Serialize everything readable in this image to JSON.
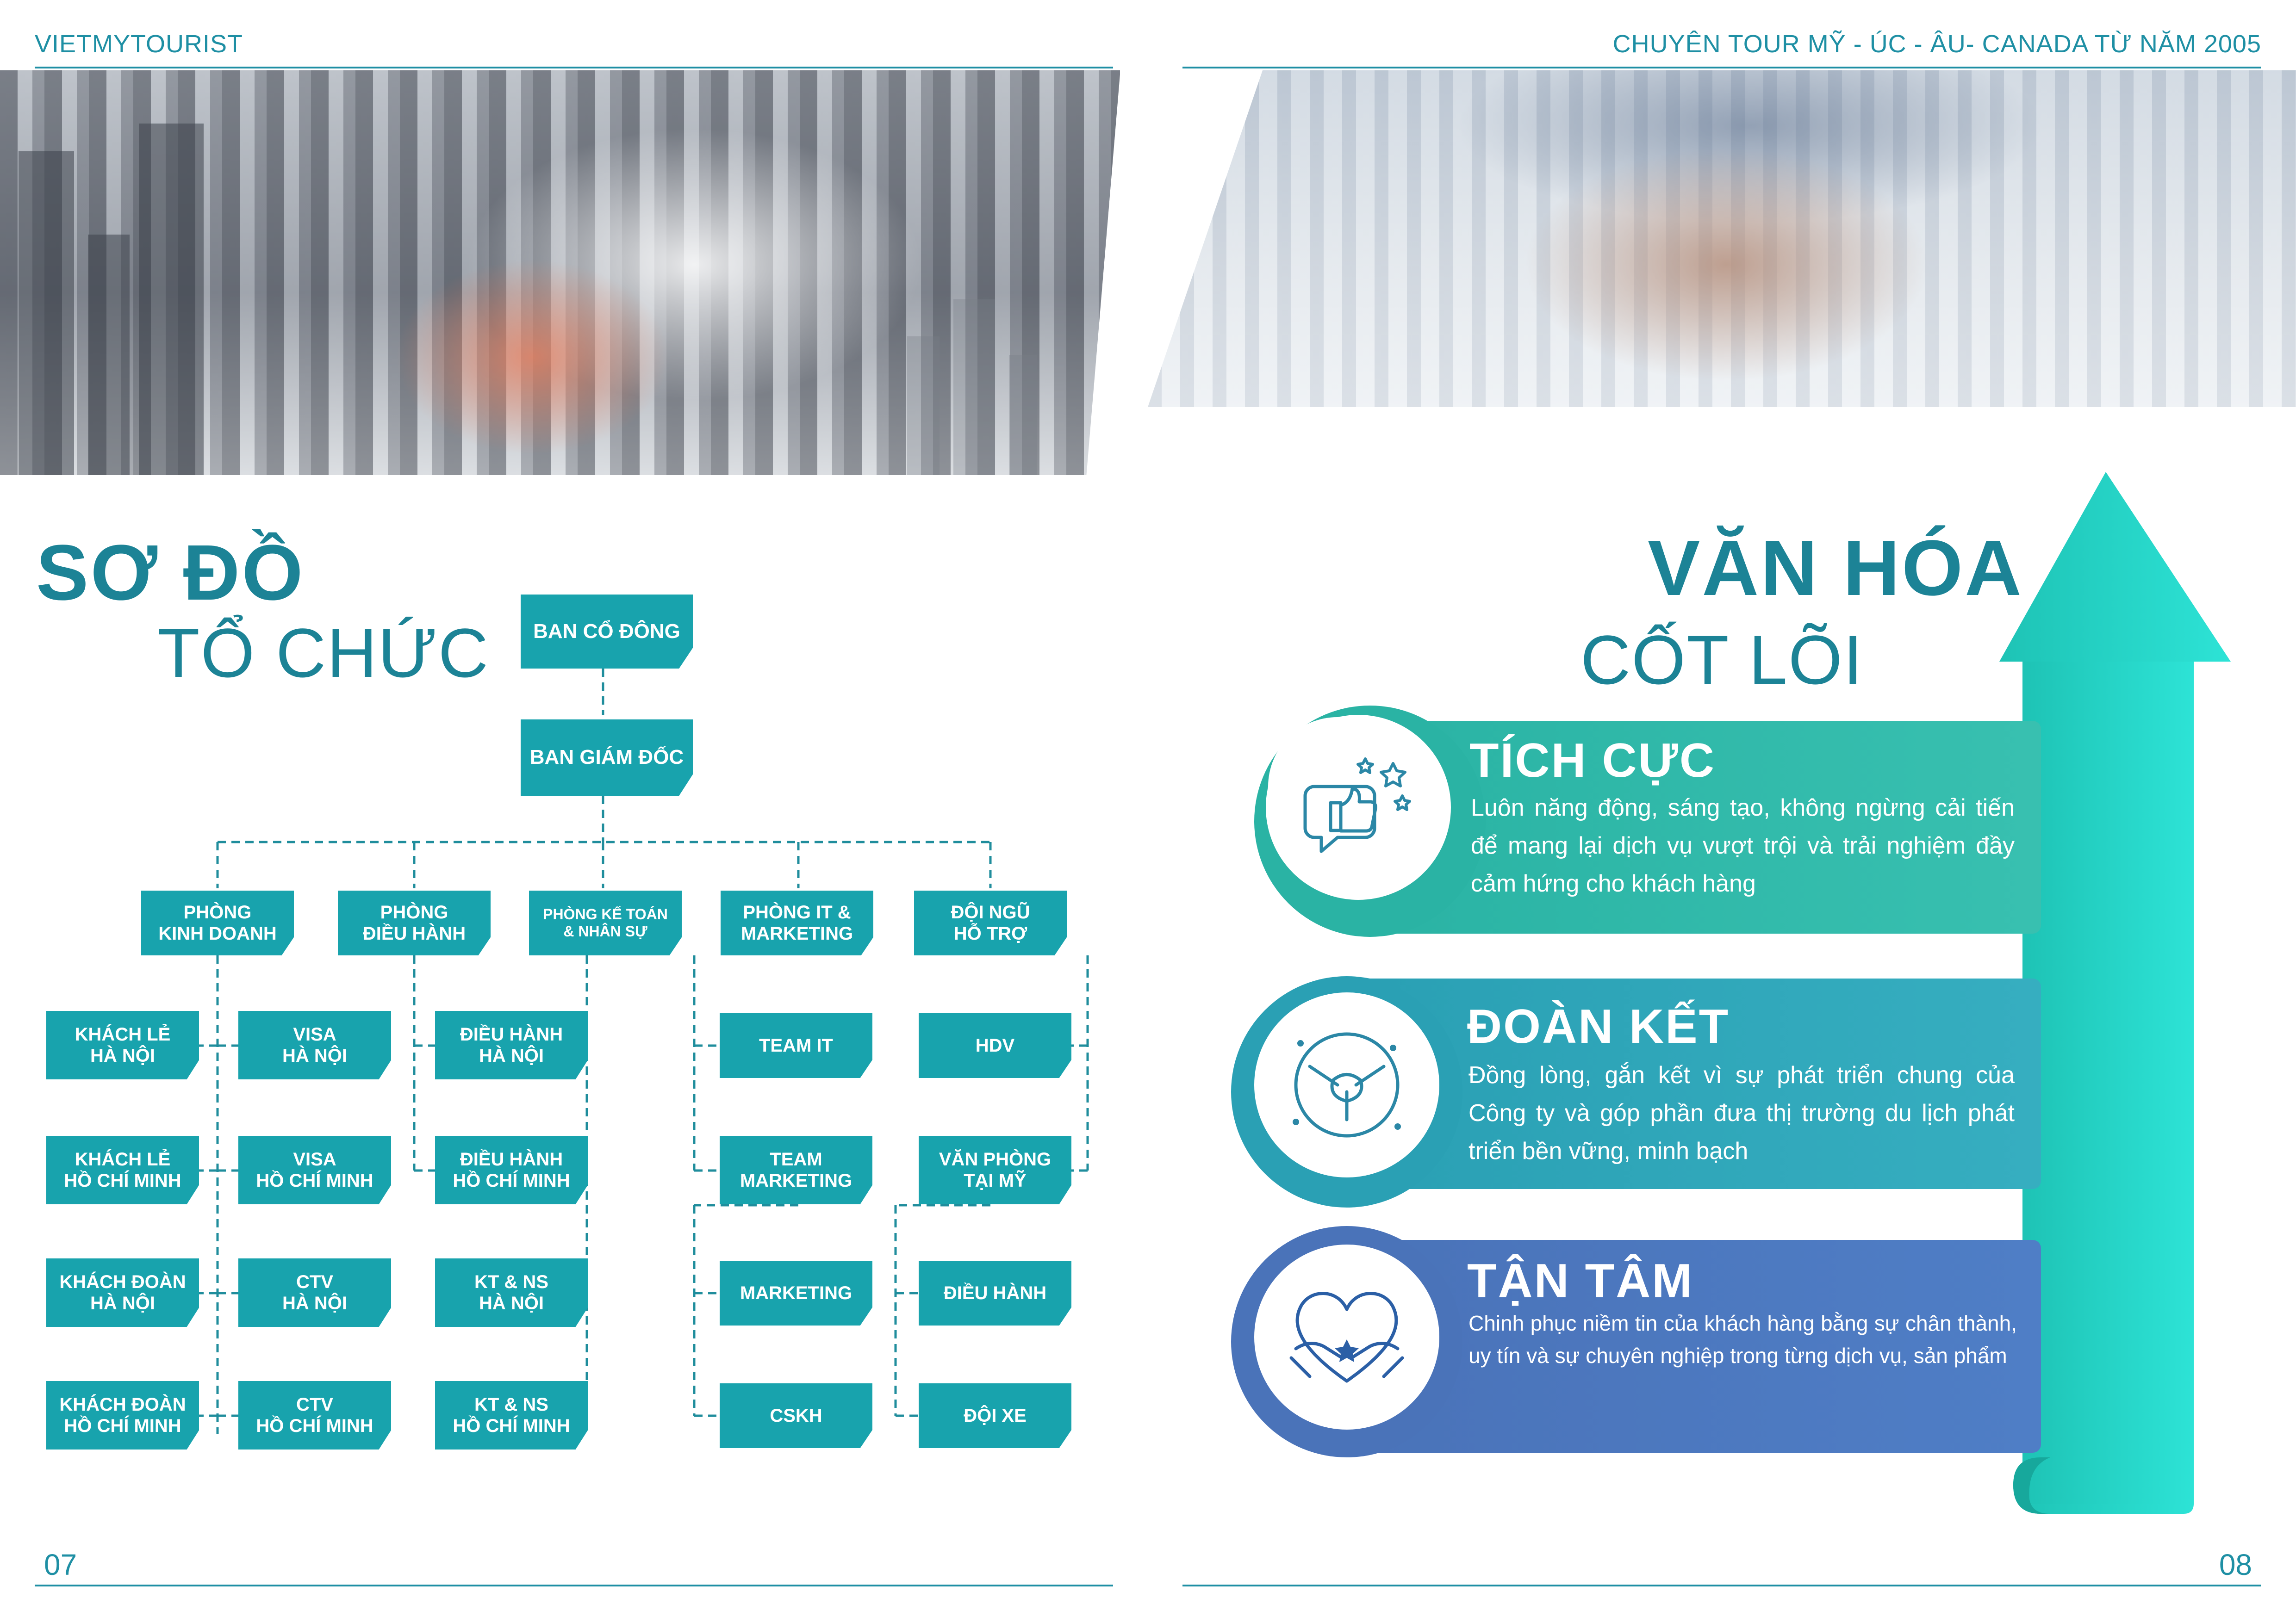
{
  "header": {
    "brand": "VIETMYTOURIST",
    "tagline": "CHUYÊN TOUR MỸ - ÚC - ÂU- CANADA TỪ NĂM 2005"
  },
  "left_page": {
    "title_bold": "SƠ ĐỒ",
    "title_light": "TỔ CHỨC",
    "page_number": "07"
  },
  "right_page": {
    "title_bold": "VĂN HÓA",
    "title_light": "CỐT LÕI",
    "page_number": "08"
  },
  "org": {
    "shareholders": "BAN CỔ ĐÔNG",
    "board": "BAN GIÁM ĐỐC",
    "departments": [
      {
        "line1": "PHÒNG",
        "line2": "KINH DOANH"
      },
      {
        "line1": "PHÒNG",
        "line2": "ĐIỀU HÀNH"
      },
      {
        "line1": "PHÒNG KẾ TOÁN",
        "line2": "& NHÂN SỰ"
      },
      {
        "line1": "PHÒNG IT &",
        "line2": "MARKETING"
      },
      {
        "line1": "ĐỘI NGŨ",
        "line2": "HỖ TRỢ"
      }
    ],
    "sales_units": [
      {
        "line1": "KHÁCH LẺ",
        "line2": "HÀ NỘI"
      },
      {
        "line1": "KHÁCH LẺ",
        "line2": "HỒ CHÍ MINH"
      },
      {
        "line1": "KHÁCH ĐOÀN",
        "line2": "HÀ NỘI"
      },
      {
        "line1": "KHÁCH ĐOÀN",
        "line2": "HỒ CHÍ MINH"
      }
    ],
    "visa_units": [
      {
        "line1": "VISA",
        "line2": "HÀ NỘI"
      },
      {
        "line1": "VISA",
        "line2": "HỒ CHÍ MINH"
      },
      {
        "line1": "CTV",
        "line2": "HÀ NỘI"
      },
      {
        "line1": "CTV",
        "line2": "HỒ CHÍ MINH"
      }
    ],
    "operations_units": [
      {
        "line1": "ĐIỀU HÀNH",
        "line2": "HÀ NỘI"
      },
      {
        "line1": "ĐIỀU HÀNH",
        "line2": "HỒ CHÍ MINH"
      },
      {
        "line1": "KT & NS",
        "line2": "HÀ NỘI"
      },
      {
        "line1": "KT & NS",
        "line2": "HỒ CHÍ MINH"
      }
    ],
    "it_units": [
      {
        "line1": "TEAM IT",
        "line2": ""
      },
      {
        "line1": "TEAM",
        "line2": "MARKETING"
      },
      {
        "line1": "MARKETING",
        "line2": ""
      },
      {
        "line1": "CSKH",
        "line2": ""
      }
    ],
    "support_units": [
      {
        "line1": "HDV",
        "line2": ""
      },
      {
        "line1": "VĂN PHÒNG",
        "line2": "TẠI MỸ"
      },
      {
        "line1": "ĐIỀU HÀNH",
        "line2": ""
      },
      {
        "line1": "ĐỘI XE",
        "line2": ""
      }
    ]
  },
  "values": [
    {
      "title": "TÍCH CỰC",
      "description": "Luôn năng động, sáng tạo, không ngừng cải tiến để mang lại dịch vụ vượt trội và trải nghiệm đầy cảm hứng cho khách hàng",
      "icon": "thumbs-up-icon",
      "color": "#2fb3a7"
    },
    {
      "title": "ĐOÀN KẾT",
      "description": "Đồng lòng, gắn kết vì sự phát triển chung của Công ty và góp phần đưa thị trường du lịch phát triển bền vững, minh bạch",
      "icon": "joined-hands-icon",
      "color": "#2ea3b8"
    },
    {
      "title": "TẬN TÂM",
      "description": "Chinh phục niềm tin của khách hàng bằng sự chân thành, uy tín và sự chuyên nghiệp trong từng dịch vụ, sản phẩm",
      "icon": "heart-hands-icon",
      "color": "#4a7fc1"
    }
  ],
  "colors": {
    "primary": "#1c8396",
    "node": "#18a3ad",
    "arrow": "#28d8c8"
  }
}
